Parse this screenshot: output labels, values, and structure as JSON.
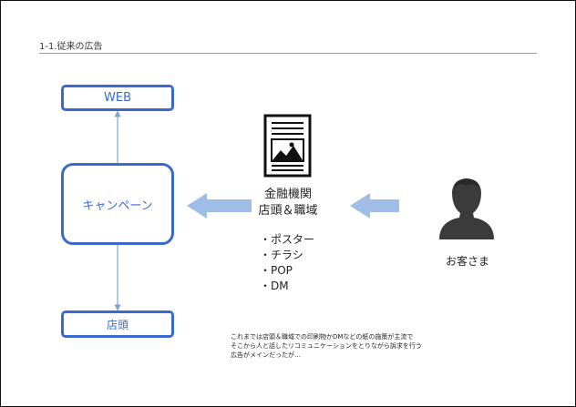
{
  "header": {
    "title": "1-1.従来の広告"
  },
  "flow": {
    "web": "WEB",
    "campaign": "キャンペーン",
    "store": "店頭"
  },
  "center": {
    "line1": "金融機関",
    "line2": "店頭＆職域",
    "items": [
      "・ポスター",
      "・チラシ",
      "・POP",
      "・DM"
    ]
  },
  "customer": {
    "label": "お客さま"
  },
  "note": {
    "lines": [
      "これまでは店頭＆職域での印刷物かDMなどの紙の施策が主流で",
      "そこから人と話したリコミュニケーションをとりながら訴求を行う",
      "広告がメインだったが…"
    ]
  },
  "colors": {
    "accent": "#3a6ad0",
    "arrow": "#9fbde6",
    "connector": "#7fa3dc",
    "icon": "#111111",
    "person": "#3b3b3b"
  },
  "icons": {
    "document": "poster-document-icon",
    "person": "person-silhouette-icon"
  }
}
